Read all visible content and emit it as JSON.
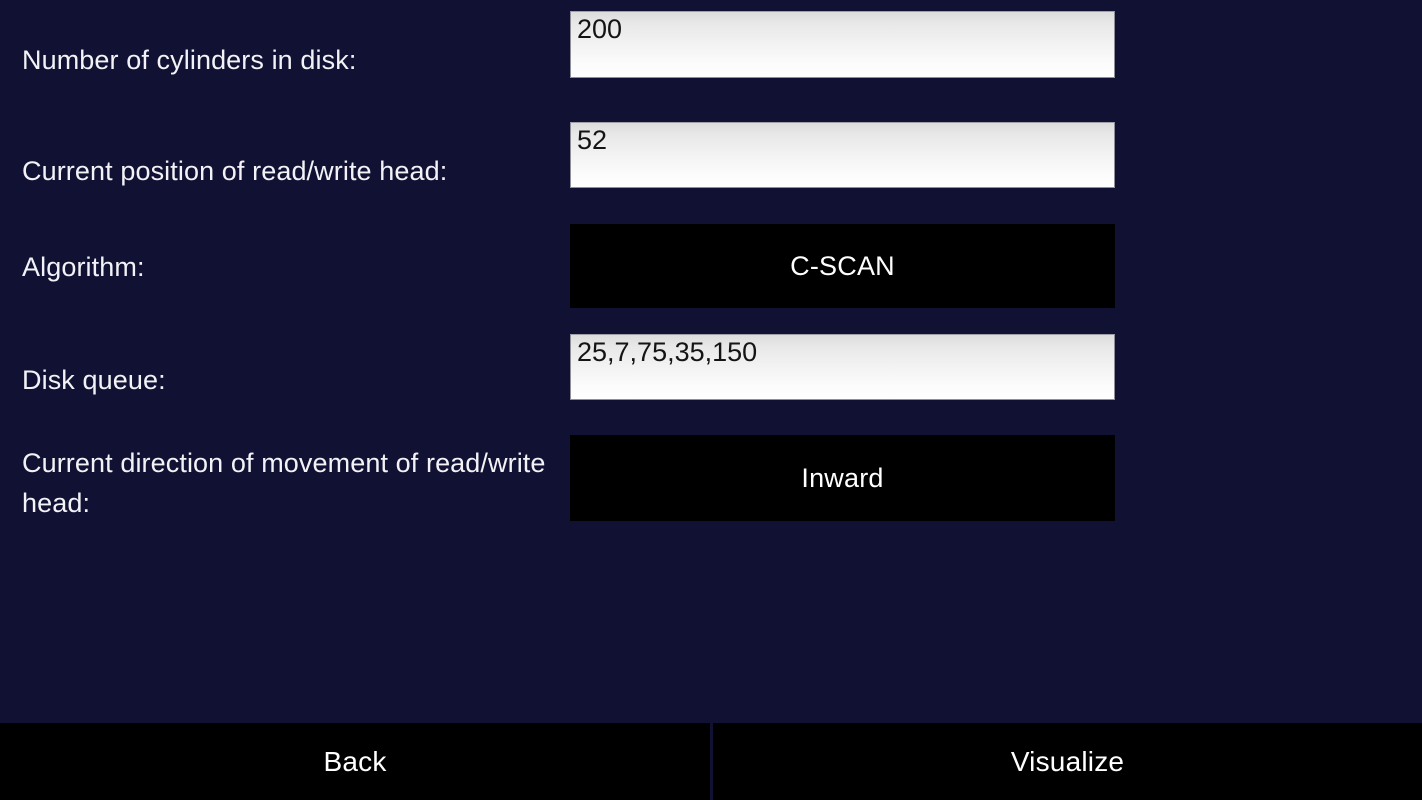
{
  "app": {
    "background_color": "#111133",
    "accent_color": "#000000",
    "text_color": "#f2f2f7"
  },
  "form": {
    "rows": [
      {
        "label": "Number of cylinders in disk:",
        "control": "text-input",
        "value": "200",
        "placeholder": ""
      },
      {
        "label": "Current position of read/write head:",
        "control": "text-input",
        "value": "52",
        "placeholder": ""
      },
      {
        "label": "Algorithm:",
        "control": "spinner",
        "value": "C-SCAN",
        "placeholder": ""
      },
      {
        "label": "Disk queue:",
        "control": "text-input",
        "value": "25,7,75,35,150",
        "placeholder": ""
      },
      {
        "label": "Current direction of movement of read/write head:",
        "control": "spinner",
        "value": "Inward",
        "placeholder": ""
      }
    ]
  },
  "bottom_bar": {
    "back_label": "Back",
    "visualize_label": "Visualize"
  }
}
